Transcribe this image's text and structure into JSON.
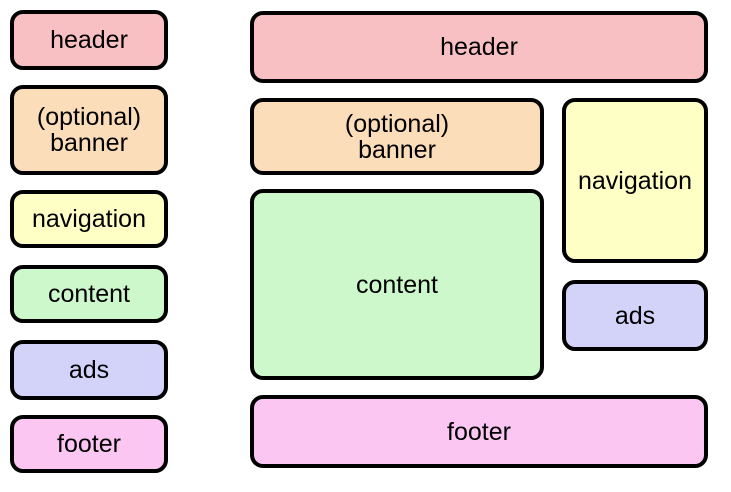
{
  "labels": {
    "header": "header",
    "banner": "(optional)\nbanner",
    "navigation": "navigation",
    "content": "content",
    "ads": "ads",
    "footer": "footer"
  },
  "colors": {
    "header": "#f9c0c4",
    "banner": "#fcddba",
    "navigation": "#feffc4",
    "content": "#ccf8cc",
    "ads": "#d3d2f8",
    "footer": "#fbc6f2",
    "border": "#000000",
    "text": "#000000",
    "background": "#ffffff"
  }
}
